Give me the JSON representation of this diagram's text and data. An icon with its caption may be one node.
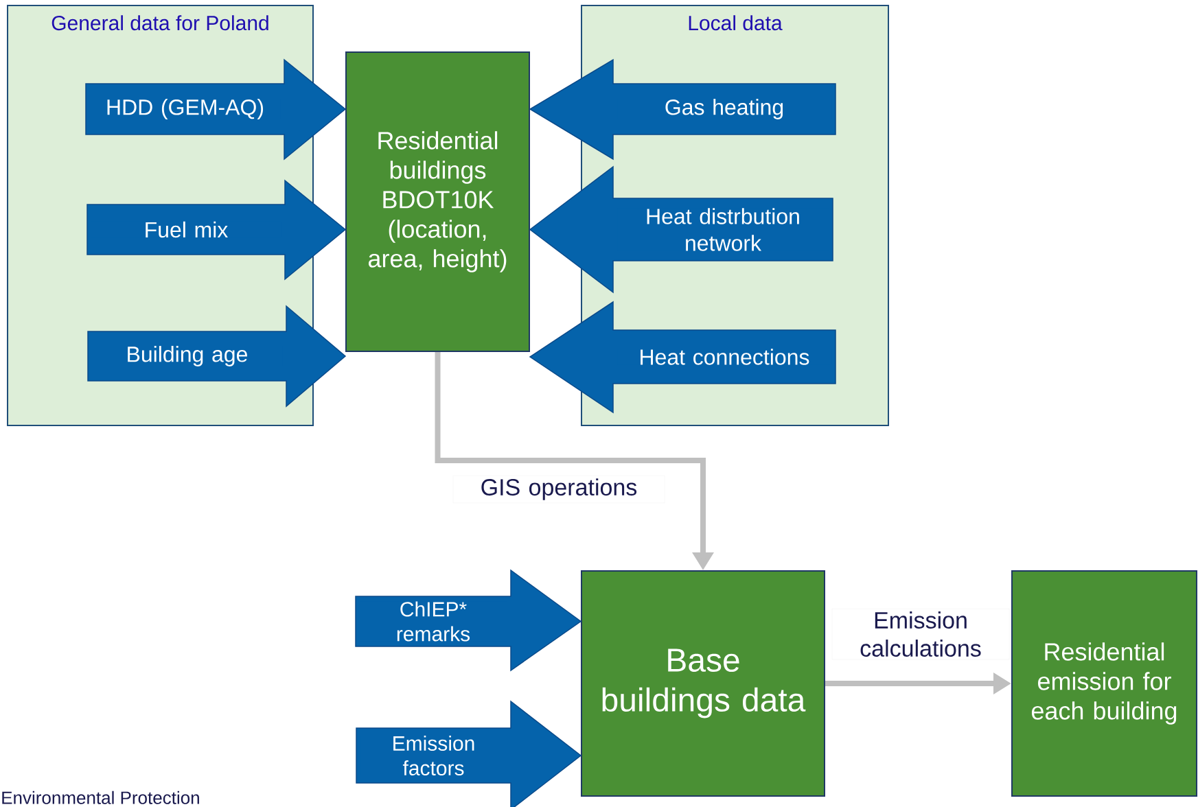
{
  "diagram": {
    "nodes": [
      {
        "text": [
          "General data for Poland"
        ]
      },
      {
        "text": [
          "Residential buildings BDOT10K (location, area, height)"
        ]
      },
      {
        "text": [
          "Local data"
        ]
      },
      {
        "text": [
          "Base buildings data"
        ]
      },
      {
        "text": [
          "Residential emission for each building"
        ]
      }
    ],
    "edges": [
      {
        "from": 1,
        "to": 3,
        "arrow": "to",
        "label": "GIS operations",
        "color": "#bfbfbf"
      },
      {
        "from": 3,
        "to": 4,
        "arrow": "to",
        "label": "Emission calculations",
        "color": "#bfbfbf"
      },
      {
        "from": null,
        "to": 1,
        "arrow": "to",
        "label": "HDD (GEM-AQ)",
        "style": "thick"
      },
      {
        "from": null,
        "to": 1,
        "arrow": "to",
        "label": "Fuel mix",
        "style": "thick"
      },
      {
        "from": null,
        "to": 1,
        "arrow": "to",
        "label": "Building age",
        "style": "thick"
      },
      {
        "from": null,
        "to": 1,
        "arrow": "to",
        "label": "Gas heating",
        "style": "thick"
      },
      {
        "from": null,
        "to": 1,
        "arrow": "to",
        "label": "Heat distrbution network",
        "style": "thick"
      },
      {
        "from": null,
        "to": 1,
        "arrow": "to",
        "label": "Heat connections",
        "style": "thick"
      },
      {
        "from": null,
        "to": 3,
        "arrow": "to",
        "label": "ChIEP* remarks",
        "style": "thick"
      },
      {
        "from": null,
        "to": 3,
        "arrow": "to",
        "label": "Emission factors",
        "style": "thick"
      }
    ],
    "labels": [
      "Environmental Protection"
    ]
  }
}
